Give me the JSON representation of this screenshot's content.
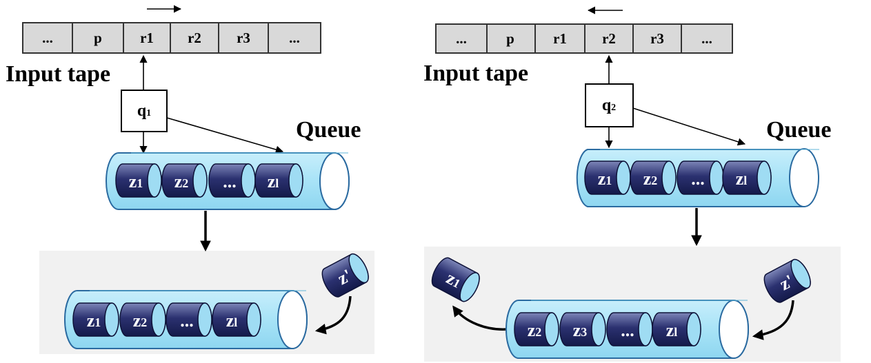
{
  "left": {
    "tape_cells": [
      "...",
      "p",
      "r1",
      "r2",
      "r3",
      "..."
    ],
    "input_label": "Input tape",
    "state": {
      "letter": "q",
      "sub": "1"
    },
    "queue_label": "Queue",
    "queue_items": [
      {
        "letter": "z",
        "sub": "1"
      },
      {
        "letter": "z",
        "sub": "2"
      },
      {
        "letter": "...",
        "sub": ""
      },
      {
        "letter": "z",
        "sub": "l"
      }
    ],
    "result_items": [
      {
        "letter": "z",
        "sub": "1"
      },
      {
        "letter": "z",
        "sub": "2"
      },
      {
        "letter": "...",
        "sub": ""
      },
      {
        "letter": "z",
        "sub": "l"
      }
    ],
    "incoming": "z'"
  },
  "right": {
    "tape_cells": [
      "...",
      "p",
      "r1",
      "r2",
      "r3",
      "..."
    ],
    "input_label": "Input tape",
    "state": {
      "letter": "q",
      "sub": "2"
    },
    "queue_label": "Queue",
    "queue_items": [
      {
        "letter": "z",
        "sub": "1"
      },
      {
        "letter": "z",
        "sub": "2"
      },
      {
        "letter": "...",
        "sub": ""
      },
      {
        "letter": "z",
        "sub": "l"
      }
    ],
    "result_items": [
      {
        "letter": "z",
        "sub": "2"
      },
      {
        "letter": "z",
        "sub": "3"
      },
      {
        "letter": "...",
        "sub": ""
      },
      {
        "letter": "z",
        "sub": "l"
      }
    ],
    "removed": {
      "letter": "z",
      "sub": "1"
    },
    "incoming": "z'"
  }
}
